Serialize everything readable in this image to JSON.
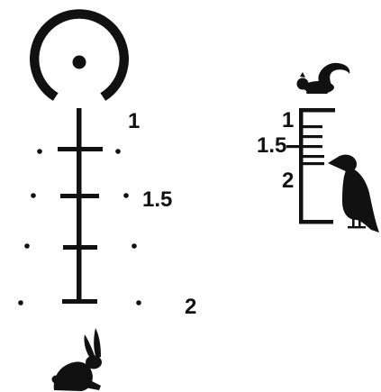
{
  "reticle": {
    "range_labels": [
      "1",
      "1.5",
      "2"
    ],
    "color": "#111111"
  },
  "rangefinder": {
    "range_labels": [
      "1",
      "1.5",
      "2"
    ],
    "color": "#111111"
  },
  "icons": {
    "target_small": "squirrel-icon",
    "target_medium": "crow-icon",
    "target_large": "rabbit-icon"
  }
}
